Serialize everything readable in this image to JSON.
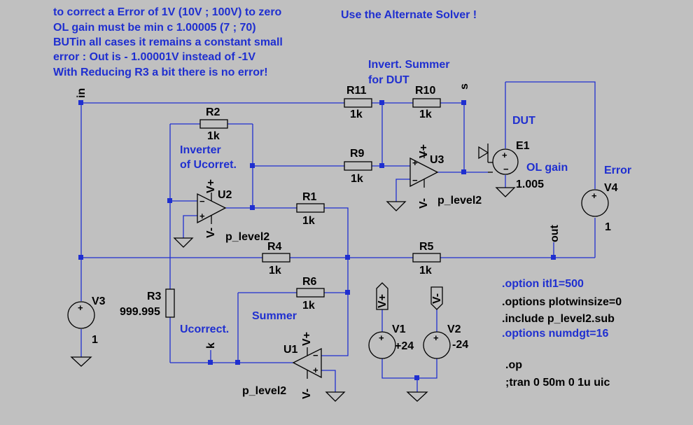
{
  "notes": {
    "line1": "to correct a Error of 1V (10V ; 100V) to zero",
    "line2": "OL gain must be min c 1.00005 (7 ; 70)",
    "line3": "BUTin all cases it remains a constant small",
    "line4": "error : Out is - 1.00001V instead of -1V",
    "line5": "With Reducing R3 a bit there is no error!",
    "solver": "Use the Alternate Solver !"
  },
  "labels": {
    "invert_summer_1": "Invert. Summer",
    "invert_summer_2": "for DUT",
    "inverter_1": "Inverter",
    "inverter_2": "of Ucorret.",
    "summer": "Summer",
    "ucorrect": "Ucorrect.",
    "dut": "DUT",
    "ol_gain": "OL gain",
    "error": "Error"
  },
  "nets": {
    "in": "in",
    "out": "out",
    "s": "s",
    "k": "k",
    "vplus": "V+",
    "vminus": "V-"
  },
  "resistors": {
    "R1": {
      "name": "R1",
      "value": "1k"
    },
    "R2": {
      "name": "R2",
      "value": "1k"
    },
    "R3": {
      "name": "R3",
      "value": "999.995"
    },
    "R4": {
      "name": "R4",
      "value": "1k"
    },
    "R5": {
      "name": "R5",
      "value": "1k"
    },
    "R6": {
      "name": "R6",
      "value": "1k"
    },
    "R9": {
      "name": "R9",
      "value": "1k"
    },
    "R10": {
      "name": "R10",
      "value": "1k"
    },
    "R11": {
      "name": "R11",
      "value": "1k"
    }
  },
  "opamps": {
    "U1": {
      "name": "U1",
      "model": "p_level2"
    },
    "U2": {
      "name": "U2",
      "model": "p_level2"
    },
    "U3": {
      "name": "U3",
      "model": "p_level2"
    }
  },
  "sources": {
    "V1": {
      "name": "V1",
      "value": "+24"
    },
    "V2": {
      "name": "V2",
      "value": "-24"
    },
    "V3": {
      "name": "V3",
      "value": "1"
    },
    "V4": {
      "name": "V4",
      "value": "1"
    },
    "E1": {
      "name": "E1",
      "value": "1.005"
    }
  },
  "directives": {
    "d1": ".option itl1=500",
    "d2": ".options plotwinsize=0",
    "d3": ".include p_level2.sub",
    "d4": ".options numdgt=16",
    "d5": ".op",
    "d6": ";tran 0 50m 0 1u uic"
  },
  "colors": {
    "background": "#c0c0c0",
    "wire": "#1f2fd0",
    "component": "#000000",
    "text_blue": "#1f2fd0"
  }
}
